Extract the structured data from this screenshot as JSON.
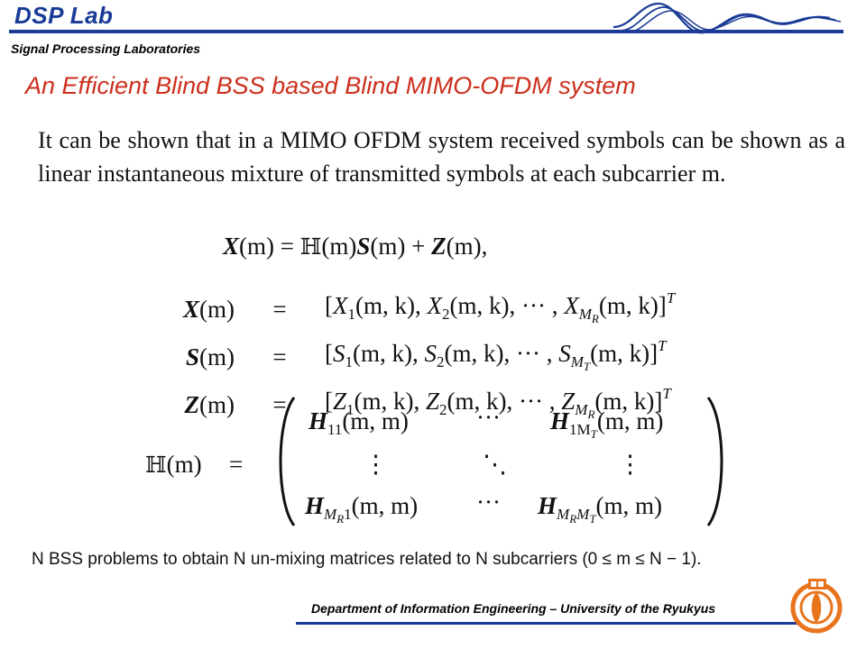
{
  "header": {
    "lab_title": "DSP Lab",
    "subtitle": "Signal Processing Laboratories",
    "accent_color": "#1a3b96",
    "logo_icon": "sine-wave-logo-icon"
  },
  "slide": {
    "title": "An Efficient Blind BSS based Blind MIMO-OFDM system",
    "title_color": "#cc2f1c",
    "intro": "It can be shown that in a MIMO OFDM system received symbols can be shown as a linear instantaneous mixture of transmitted symbols at each subcarrier m."
  },
  "equations": {
    "main": {
      "X": "X",
      "arg": "(m)",
      "eq": "=",
      "H": "ℍ",
      "S": "S",
      "plus": "+",
      "Z": "Z",
      "end": "(m),"
    },
    "vectors": [
      {
        "sym": "X",
        "arg": "(m)",
        "eq": "=",
        "open": "[",
        "v1": "X",
        "s1": "1",
        "a1": "(m, k), ",
        "v2": "X",
        "s2": "2",
        "a2": "(m, k), ··· , ",
        "v3": "X",
        "s3": "M",
        "s3b": "R",
        "a3": "(m, k)]",
        "sup": "T"
      },
      {
        "sym": "S",
        "arg": "(m)",
        "eq": "=",
        "open": "[",
        "v1": "S",
        "s1": "1",
        "a1": "(m, k), ",
        "v2": "S",
        "s2": "2",
        "a2": "(m, k), ··· , ",
        "v3": "S",
        "s3": "M",
        "s3b": "T",
        "a3": "(m, k)]",
        "sup": "T"
      },
      {
        "sym": "Z",
        "arg": "(m)",
        "eq": "=",
        "open": "[",
        "v1": "Z",
        "s1": "1",
        "a1": "(m, k), ",
        "v2": "Z",
        "s2": "2",
        "a2": "(m, k), ··· , ",
        "v3": "Z",
        "s3": "M",
        "s3b": "R",
        "a3": "(m, k)]",
        "sup": "T"
      }
    ],
    "matrix": {
      "lhs_sym": "ℍ",
      "lhs_arg": "(m)",
      "eq": "=",
      "h": "H",
      "h11_sub": "11",
      "h1mt_sub": "1M",
      "h1mt_subsub": "T",
      "hmr1_sub": "M",
      "hmr1_subsub": "R",
      "hmr1_tail": "1",
      "hmrmt_sub": "M",
      "hmrmt_subsub": "R",
      "hmrmt_mid": "M",
      "hmrmt_subsub2": "T",
      "arg": "(m, m)",
      "hdots": "···",
      "vdots": "⋮",
      "ddots": "⋱"
    }
  },
  "note": "N BSS problems to obtain N un-mixing matrices related to N subcarriers (0 ≤ m ≤ N − 1).",
  "footer": {
    "text": "Department of Information Engineering – University of the Ryukyus",
    "emblem_icon": "university-emblem-icon",
    "emblem_color": "#e8741e"
  }
}
